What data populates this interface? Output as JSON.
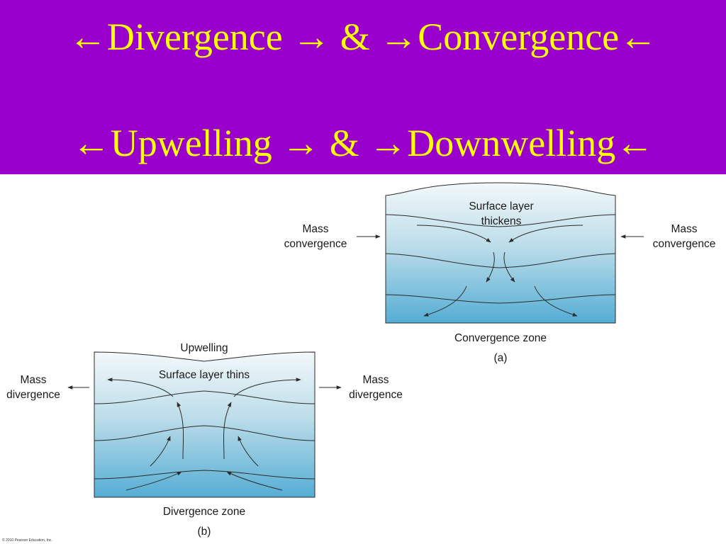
{
  "header": {
    "line1": "←Divergence → & →Convergence←",
    "line2": "←Upwelling → & →Downwelling←",
    "background_color": "#9900cc",
    "text_color": "#ffff00"
  },
  "diagram_a": {
    "top_label": "Surface layer\nthickens",
    "left_label": "Mass\nconvergence",
    "right_label": "Mass\nconvergence",
    "zone_label": "Convergence zone",
    "panel_label": "(a)"
  },
  "diagram_b": {
    "top_label": "Upwelling",
    "inner_label": "Surface layer thins",
    "left_label": "Mass\ndivergence",
    "right_label": "Mass\ndivergence",
    "zone_label": "Divergence zone",
    "panel_label": "(b)"
  },
  "copyright": "© 2010 Pearson Education, Inc.",
  "colors": {
    "water_top": "#f2f8fa",
    "water_bottom": "#5bb2d6",
    "line": "#2b2b2b"
  }
}
